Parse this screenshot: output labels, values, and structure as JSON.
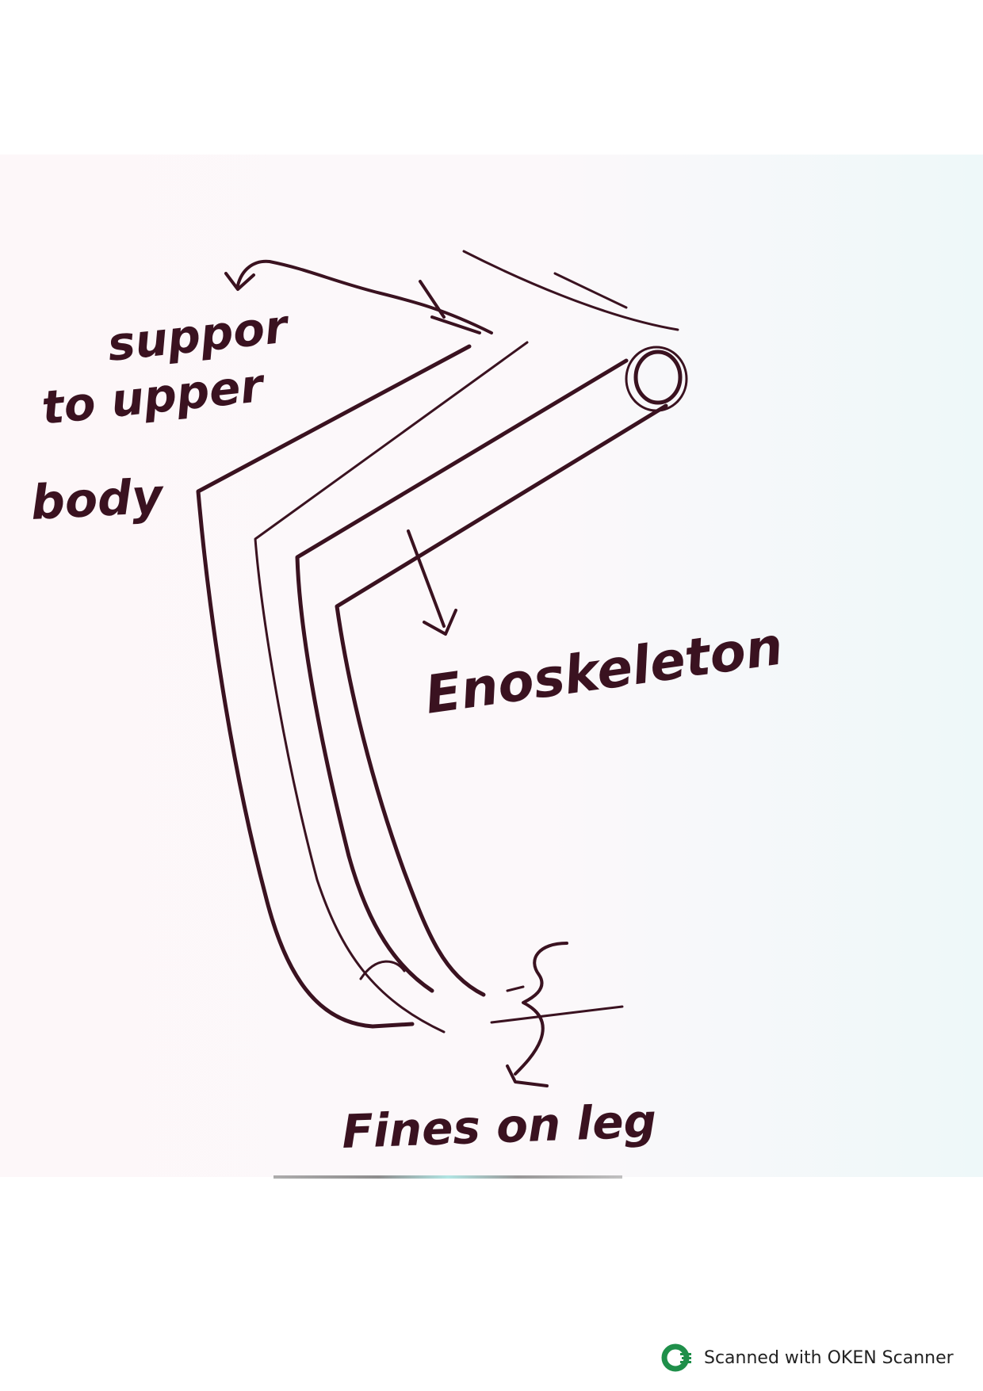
{
  "labels": {
    "support": "suppor",
    "to_upper": "to upper",
    "body": "body",
    "endoskeleton": "Enoskeleton",
    "fines": "Fines on leg"
  },
  "footer": {
    "text": "Scanned with OKEN Scanner",
    "logo": "oken-scanner-logo-icon"
  },
  "colors": {
    "ink": "#3a1220",
    "logo_green": "#1f8f4a"
  }
}
